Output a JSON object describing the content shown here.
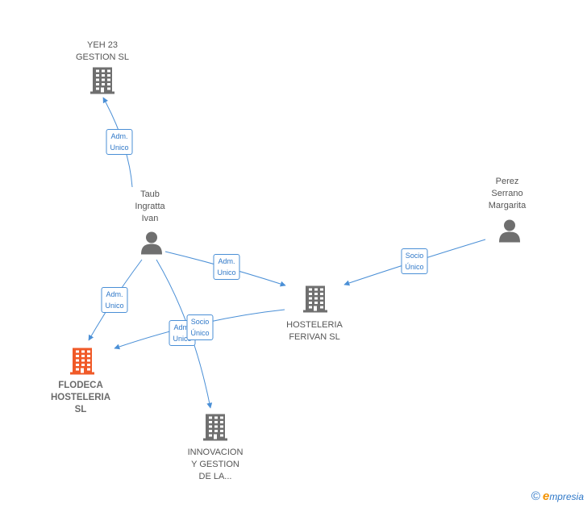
{
  "nodes": {
    "yeh23": {
      "label": "YEH 23\nGESTION  SL",
      "type": "company",
      "color": "#6f6f6f"
    },
    "taub": {
      "label": "Taub\nIngratta\nIvan",
      "type": "person",
      "color": "#6f6f6f"
    },
    "perez": {
      "label": "Perez\nSerrano\nMargarita",
      "type": "person",
      "color": "#6f6f6f"
    },
    "ferivan": {
      "label": "HOSTELERIA\nFERIVAN  SL",
      "type": "company",
      "color": "#6f6f6f"
    },
    "flodeca": {
      "label": "FLODECA\nHOSTELERIA\nSL",
      "type": "company",
      "color": "#f05a28"
    },
    "innovacion": {
      "label": "INNOVACION\nY GESTION\nDE LA...",
      "type": "company",
      "color": "#6f6f6f"
    }
  },
  "edges": [
    {
      "from": "taub",
      "to": "yeh23",
      "label": "Adm.\nUnico"
    },
    {
      "from": "taub",
      "to": "ferivan",
      "label": "Adm.\nUnico"
    },
    {
      "from": "taub",
      "to": "flodeca",
      "label": "Adm.\nUnico"
    },
    {
      "from": "taub",
      "to": "innovacion",
      "label": "Adm.\nUnico"
    },
    {
      "from": "perez",
      "to": "ferivan",
      "label": "Socio\nÚnico"
    },
    {
      "from": "ferivan",
      "to": "flodeca",
      "label": "Socio\nÚnico"
    }
  ],
  "colors": {
    "edge": "#4a8fd6",
    "accent": "#f05a28"
  },
  "footer": {
    "copyright": "©",
    "brand_first": "e",
    "brand_rest": "mpresia"
  }
}
